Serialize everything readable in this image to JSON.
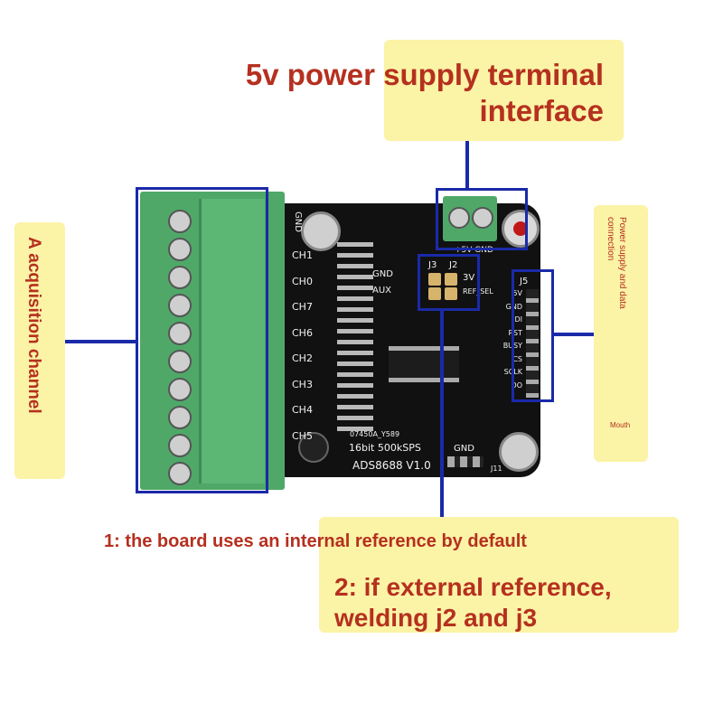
{
  "callouts": {
    "power_terminal": {
      "line1": "5v power supply terminal",
      "line2": "interface"
    },
    "acquisition": "A acquisition channel",
    "power_data": {
      "line1": "Power supply and data",
      "line2": "connection",
      "small": "Mouth"
    },
    "reference_1": "1: the board uses an internal reference by default",
    "reference_2": {
      "line1": "2: if external reference,",
      "line2": "welding j2 and j3"
    }
  },
  "board": {
    "channels": [
      "CH1",
      "CH0",
      "CH7",
      "CH6",
      "CH2",
      "CH3",
      "CH4",
      "CH5"
    ],
    "top_label": "GND",
    "power_label": "+5V  GND",
    "j4_labels": [
      "GND",
      "AUX"
    ],
    "j3_label": "J3",
    "j2_label": "J2",
    "j3_side": "3V",
    "ref_sel": "REF_SEL",
    "j5_label": "J5",
    "j5_pins": [
      "5V",
      "GND",
      "DI",
      "RST",
      "BUSY",
      "CS",
      "SCLK",
      "DO"
    ],
    "part_code": "07450A_Y589",
    "spec": "16bit  500kSPS",
    "model": "ADS8688 V1.0",
    "bottom_gnd": "GND",
    "j11": "J11"
  },
  "colors": {
    "note": "#fbf3a6",
    "text_red": "#b5301f",
    "line_blue": "#1a2aa8",
    "pcb": "#111111",
    "terminal_green": "#4fa868"
  }
}
